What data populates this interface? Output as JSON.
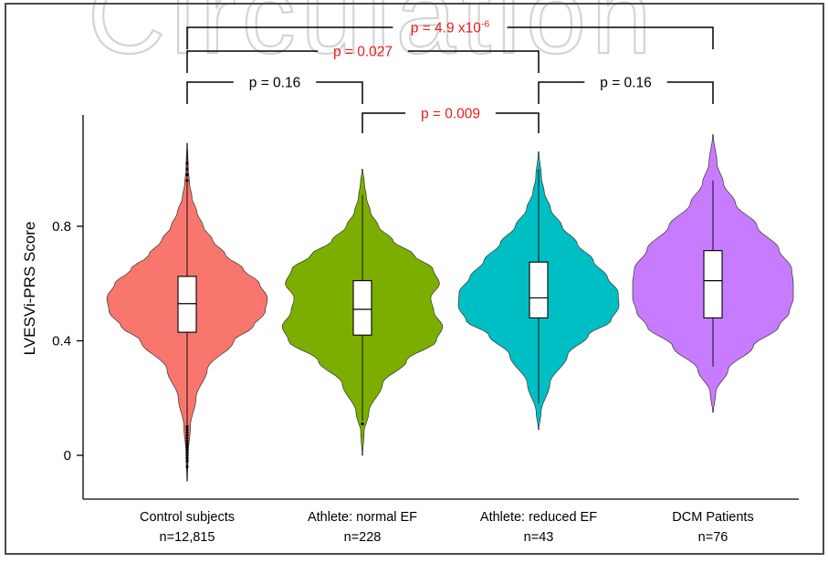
{
  "watermark": "Circulation",
  "chart_data": {
    "type": "violin",
    "ylabel": "LVESVi-PRS Score",
    "yticks": [
      0,
      0.4,
      0.8
    ],
    "ytick_labels": [
      "0",
      "0.4",
      "0.8"
    ],
    "ylim": [
      -0.15,
      1.18
    ],
    "groups": [
      {
        "name": "Control subjects",
        "n_label": "n=12,815",
        "color": "#f8766d",
        "box": {
          "whisker_low": -0.09,
          "q1": 0.43,
          "median": 0.53,
          "q3": 0.625,
          "whisker_high": 1.09
        },
        "violin_min": -0.09,
        "violin_max": 1.09,
        "density": [
          [
            -0.09,
            0.003
          ],
          [
            0.0,
            0.012
          ],
          [
            0.1,
            0.04
          ],
          [
            0.2,
            0.11
          ],
          [
            0.3,
            0.25
          ],
          [
            0.4,
            0.58
          ],
          [
            0.45,
            0.82
          ],
          [
            0.5,
            0.97
          ],
          [
            0.55,
            1.0
          ],
          [
            0.6,
            0.9
          ],
          [
            0.65,
            0.7
          ],
          [
            0.7,
            0.48
          ],
          [
            0.75,
            0.32
          ],
          [
            0.8,
            0.2
          ],
          [
            0.85,
            0.12
          ],
          [
            0.9,
            0.06
          ],
          [
            0.95,
            0.03
          ],
          [
            1.0,
            0.014
          ],
          [
            1.09,
            0.003
          ]
        ],
        "outliers": [
          -0.04,
          -0.02,
          -0.01,
          0.0,
          0.01,
          0.02,
          0.03,
          0.04,
          0.05,
          0.06,
          0.07,
          0.08,
          0.09,
          0.1,
          0.96,
          0.98,
          1.0,
          1.02
        ]
      },
      {
        "name": "Athlete: normal EF",
        "n_label": "n=228",
        "color": "#7cae00",
        "box": {
          "whisker_low": 0.12,
          "q1": 0.42,
          "median": 0.51,
          "q3": 0.61,
          "whisker_high": 0.91
        },
        "violin_min": 0.0,
        "violin_max": 1.0,
        "density": [
          [
            0.0,
            0.004
          ],
          [
            0.08,
            0.02
          ],
          [
            0.15,
            0.08
          ],
          [
            0.25,
            0.25
          ],
          [
            0.33,
            0.55
          ],
          [
            0.4,
            0.92
          ],
          [
            0.45,
            1.0
          ],
          [
            0.5,
            0.89
          ],
          [
            0.55,
            0.85
          ],
          [
            0.6,
            0.96
          ],
          [
            0.65,
            0.88
          ],
          [
            0.7,
            0.64
          ],
          [
            0.75,
            0.38
          ],
          [
            0.8,
            0.2
          ],
          [
            0.85,
            0.1
          ],
          [
            0.9,
            0.05
          ],
          [
            0.95,
            0.025
          ],
          [
            1.0,
            0.004
          ]
        ],
        "outliers": [
          0.11
        ]
      },
      {
        "name": "Athlete: reduced EF",
        "n_label": "n=43",
        "color": "#00bfc4",
        "box": {
          "whisker_low": 0.18,
          "q1": 0.48,
          "median": 0.55,
          "q3": 0.675,
          "whisker_high": 1.0
        },
        "violin_min": 0.09,
        "violin_max": 1.06,
        "density": [
          [
            0.09,
            0.004
          ],
          [
            0.15,
            0.03
          ],
          [
            0.25,
            0.14
          ],
          [
            0.35,
            0.36
          ],
          [
            0.42,
            0.62
          ],
          [
            0.47,
            0.9
          ],
          [
            0.52,
            1.0
          ],
          [
            0.57,
            0.99
          ],
          [
            0.62,
            0.86
          ],
          [
            0.68,
            0.68
          ],
          [
            0.74,
            0.48
          ],
          [
            0.8,
            0.29
          ],
          [
            0.86,
            0.15
          ],
          [
            0.92,
            0.07
          ],
          [
            0.97,
            0.035
          ],
          [
            1.06,
            0.004
          ]
        ],
        "outliers": []
      },
      {
        "name": "DCM Patients",
        "n_label": "n=76",
        "color": "#c77cff",
        "box": {
          "whisker_low": 0.31,
          "q1": 0.48,
          "median": 0.61,
          "q3": 0.715,
          "whisker_high": 0.96
        },
        "violin_min": 0.15,
        "violin_max": 1.12,
        "density": [
          [
            0.15,
            0.004
          ],
          [
            0.22,
            0.035
          ],
          [
            0.3,
            0.19
          ],
          [
            0.38,
            0.5
          ],
          [
            0.45,
            0.82
          ],
          [
            0.5,
            0.95
          ],
          [
            0.55,
            1.0
          ],
          [
            0.6,
            1.0
          ],
          [
            0.65,
            0.98
          ],
          [
            0.72,
            0.82
          ],
          [
            0.8,
            0.55
          ],
          [
            0.88,
            0.28
          ],
          [
            0.95,
            0.13
          ],
          [
            1.02,
            0.05
          ],
          [
            1.12,
            0.004
          ]
        ],
        "outliers": []
      }
    ],
    "comparisons": [
      {
        "from": 0,
        "to": 3,
        "label": "p = 4.9 x10",
        "exponent": "-6",
        "color": "#ee1c1c"
      },
      {
        "from": 0,
        "to": 2,
        "label": "p = 0.027",
        "color": "#ee1c1c"
      },
      {
        "from": 0,
        "to": 1,
        "label": "p = 0.16",
        "color": "#000000"
      },
      {
        "from": 2,
        "to": 3,
        "label": "p = 0.16",
        "color": "#000000"
      },
      {
        "from": 1,
        "to": 2,
        "label": "p = 0.009",
        "color": "#ee1c1c"
      }
    ]
  }
}
